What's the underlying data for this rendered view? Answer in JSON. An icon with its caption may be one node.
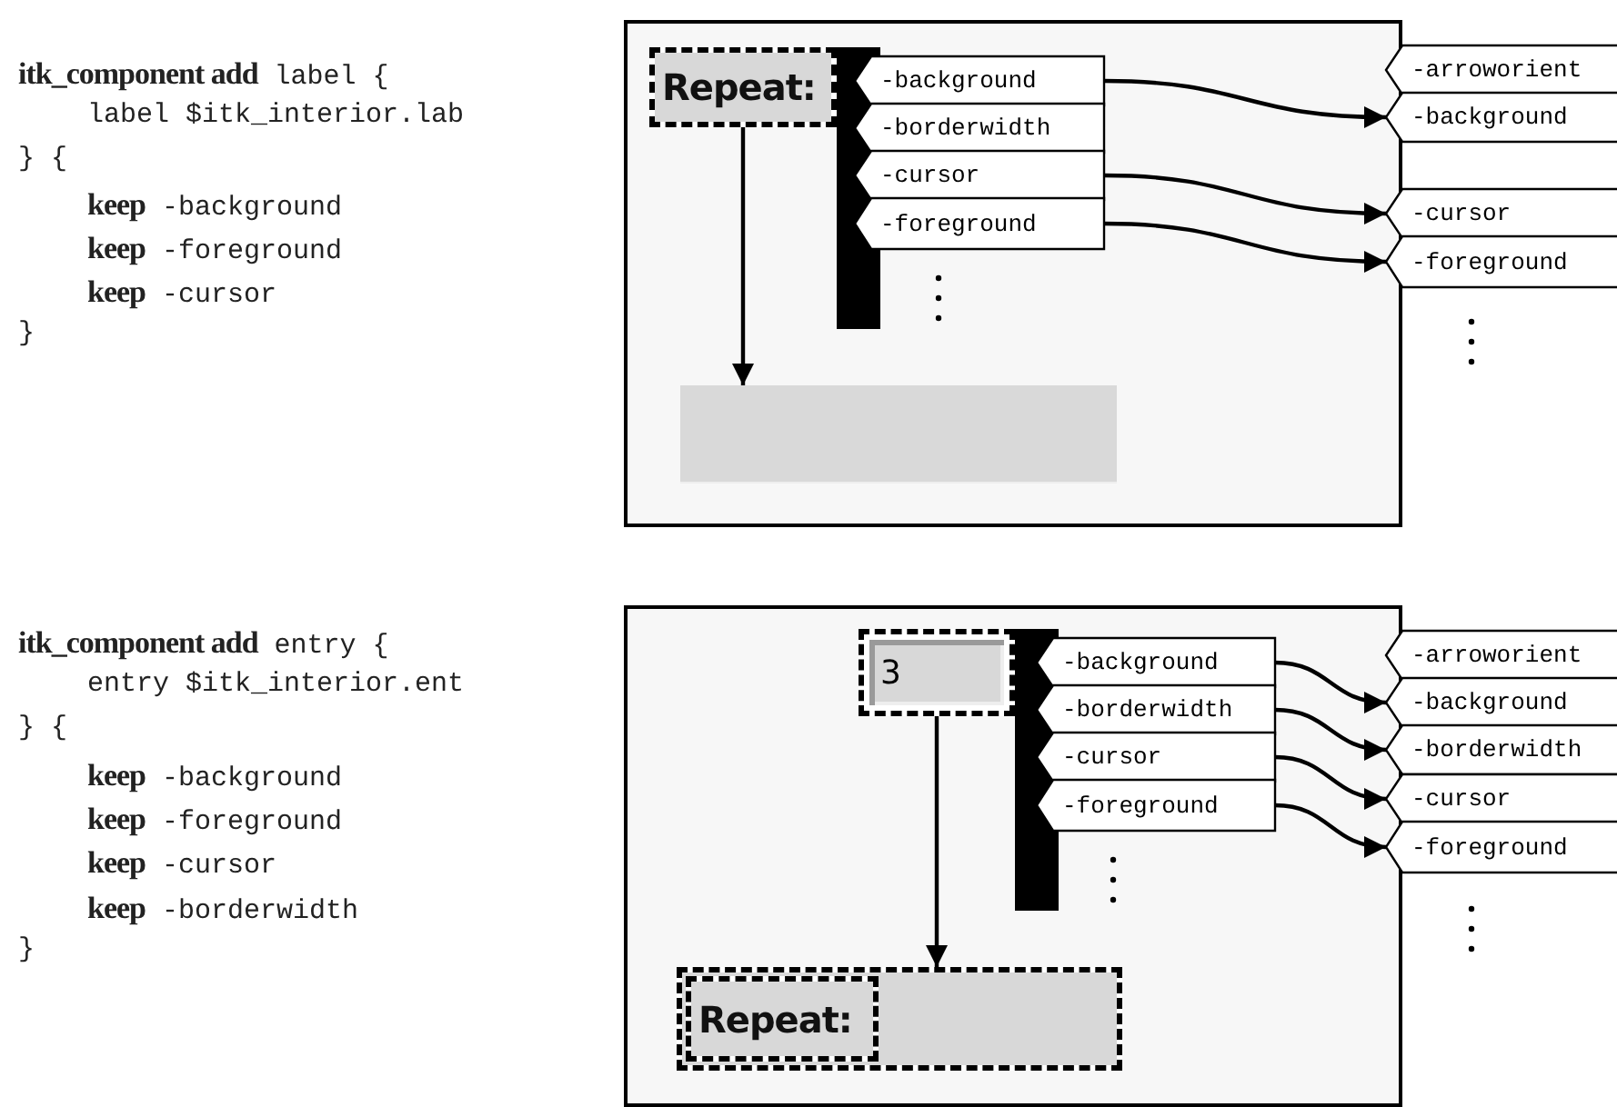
{
  "diagram": {
    "nodes": [
      {
        "text": [],
        "shape": "box"
      },
      {
        "text": [
          "Repeat:"
        ],
        "in": 0
      },
      {
        "text": [
          "-background"
        ],
        "in": 0
      },
      {
        "text": [
          "-borderwidth"
        ],
        "in": 0
      },
      {
        "text": [
          "-cursor"
        ],
        "in": 0
      },
      {
        "text": [
          "-foreground"
        ],
        "in": 0
      },
      {
        "text": [],
        "shape": "box",
        "in": 0
      },
      {
        "text": [
          "-arroworient"
        ]
      },
      {
        "text": [
          "-background"
        ]
      },
      {
        "text": [
          "-cursor"
        ]
      },
      {
        "text": [
          "-foreground"
        ]
      },
      {
        "text": [],
        "shape": "box"
      },
      {
        "text": [
          "3"
        ],
        "in": 11
      },
      {
        "text": [
          "-background"
        ],
        "in": 11
      },
      {
        "text": [
          "-borderwidth"
        ],
        "in": 11
      },
      {
        "text": [
          "-cursor"
        ],
        "in": 11
      },
      {
        "text": [
          "-foreground"
        ],
        "in": 11
      },
      {
        "text": [],
        "shape": "box",
        "in": 11
      },
      {
        "text": [
          "Repeat:"
        ],
        "in": 17
      },
      {
        "text": [
          "-arroworient"
        ]
      },
      {
        "text": [
          "-background"
        ]
      },
      {
        "text": [
          "-borderwidth"
        ]
      },
      {
        "text": [
          "-cursor"
        ]
      },
      {
        "text": [
          "-foreground"
        ]
      },
      {
        "text": [],
        "shape": "bar",
        "in": 0
      },
      {
        "text": [],
        "shape": "bar",
        "in": 11
      }
    ],
    "edges": [
      {
        "from": 1,
        "to": 6,
        "arrow": "to"
      },
      {
        "from": 2,
        "to": 8,
        "arrow": "to"
      },
      {
        "from": 4,
        "to": 9,
        "arrow": "to"
      },
      {
        "from": 5,
        "to": 10,
        "arrow": "to"
      },
      {
        "from": 12,
        "to": 17,
        "arrow": "to"
      },
      {
        "from": 13,
        "to": 20,
        "arrow": "to"
      },
      {
        "from": 14,
        "to": 21,
        "arrow": "to"
      },
      {
        "from": 15,
        "to": 22,
        "arrow": "to"
      },
      {
        "from": 16,
        "to": 23,
        "arrow": "to"
      }
    ],
    "labels": [
      "**itk_component add** label {",
      "label $itk_interior.lab",
      "} {",
      "**keep** -background",
      "**keep** -foreground",
      "**keep** -cursor",
      "}",
      "**itk_component add** entry {",
      "entry $itk_interior.ent",
      "} {",
      "**keep** -background",
      "**keep** -foreground",
      "**keep** -cursor",
      "**keep** -borderwidth",
      "}"
    ]
  }
}
